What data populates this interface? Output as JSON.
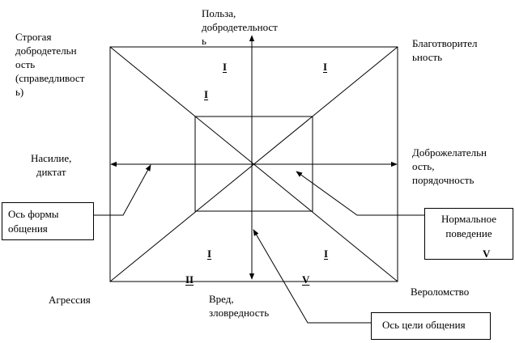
{
  "labels": {
    "benefit": [
      "Польза,",
      "добродетельност",
      "ь"
    ],
    "strict_virtue": [
      "Строгая",
      "добродетельн",
      "ость",
      "(справедливост",
      "ь)"
    ],
    "charity": [
      "Благотворител",
      "ьность"
    ],
    "violence": [
      "Насилие,",
      "диктат"
    ],
    "benevolence": [
      "Доброжелательн",
      "ость,",
      "порядочность"
    ],
    "aggression": "Агрессия",
    "harm": [
      "Вред,",
      "зловредность"
    ],
    "perfidy": "Вероломство"
  },
  "callouts": {
    "form_axis": [
      "Ось формы",
      "общения"
    ],
    "normal_behavior": [
      "Нормальное",
      "поведение"
    ],
    "goal_axis": "Ось цели общения"
  },
  "region_marks": {
    "top_left": "I",
    "top_right": "I",
    "upper_left_inner": "I",
    "bottom_left": "I",
    "bottom_right": "I",
    "bottom_ii": "II",
    "bottom_v": "V",
    "callout_v": "V"
  }
}
